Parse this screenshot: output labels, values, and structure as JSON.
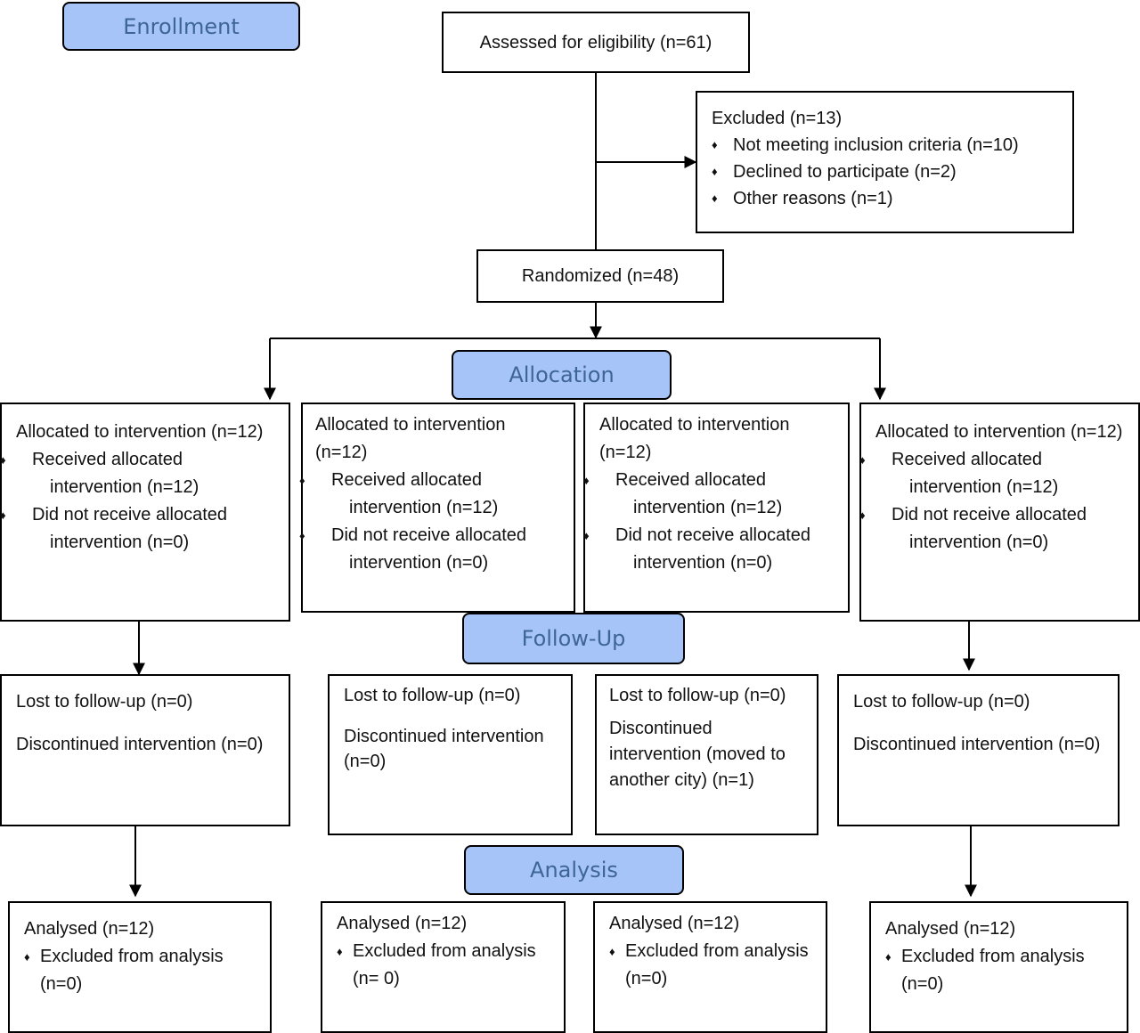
{
  "stages": {
    "enrollment": "Enrollment",
    "allocation": "Allocation",
    "followup": "Follow-Up",
    "analysis": "Analysis"
  },
  "assessed": "Assessed for eligibility (n=61)",
  "excluded": {
    "title": "Excluded (n=13)",
    "items": [
      "Not meeting inclusion criteria (n=10)",
      "Declined to participate (n=2)",
      "Other reasons (n=1)"
    ]
  },
  "randomized": "Randomized (n=48)",
  "allocation": [
    {
      "title": "Allocated to intervention (n=12)",
      "received": "Received allocated intervention (n=12)",
      "not_received": "Did not receive allocated intervention (n=0)"
    },
    {
      "title": "Allocated to intervention (n=12)",
      "received": "Received allocated intervention (n=12)",
      "not_received": "Did not receive allocated intervention (n=0)"
    },
    {
      "title": "Allocated to intervention (n=12)",
      "received": "Received allocated intervention (n=12)",
      "not_received": "Did not receive allocated intervention (n=0)"
    },
    {
      "title": "Allocated to intervention (n=12)",
      "received": "Received allocated intervention (n=12)",
      "not_received": "Did not receive allocated intervention (n=0)"
    }
  ],
  "followup": [
    {
      "lost": "Lost to follow-up (n=0)",
      "discontinued": "Discontinued intervention (n=0)"
    },
    {
      "lost": "Lost to follow-up (n=0)",
      "discontinued": "Discontinued intervention (n=0)"
    },
    {
      "lost": "Lost to follow-up (n=0)",
      "discontinued": "Discontinued intervention (moved to another city) (n=1)"
    },
    {
      "lost": "Lost to follow-up (n=0)",
      "discontinued": "Discontinued intervention (n=0)"
    }
  ],
  "analysis": [
    {
      "analysed": "Analysed (n=12)",
      "excluded": "Excluded from analysis (n=0)"
    },
    {
      "analysed": "Analysed (n=12)",
      "excluded": "Excluded from analysis (n= 0)"
    },
    {
      "analysed": "Analysed (n=12)",
      "excluded": "Excluded from analysis (n=0)"
    },
    {
      "analysed": "Analysed (n=12)",
      "excluded": "Excluded from analysis (n=0)"
    }
  ]
}
